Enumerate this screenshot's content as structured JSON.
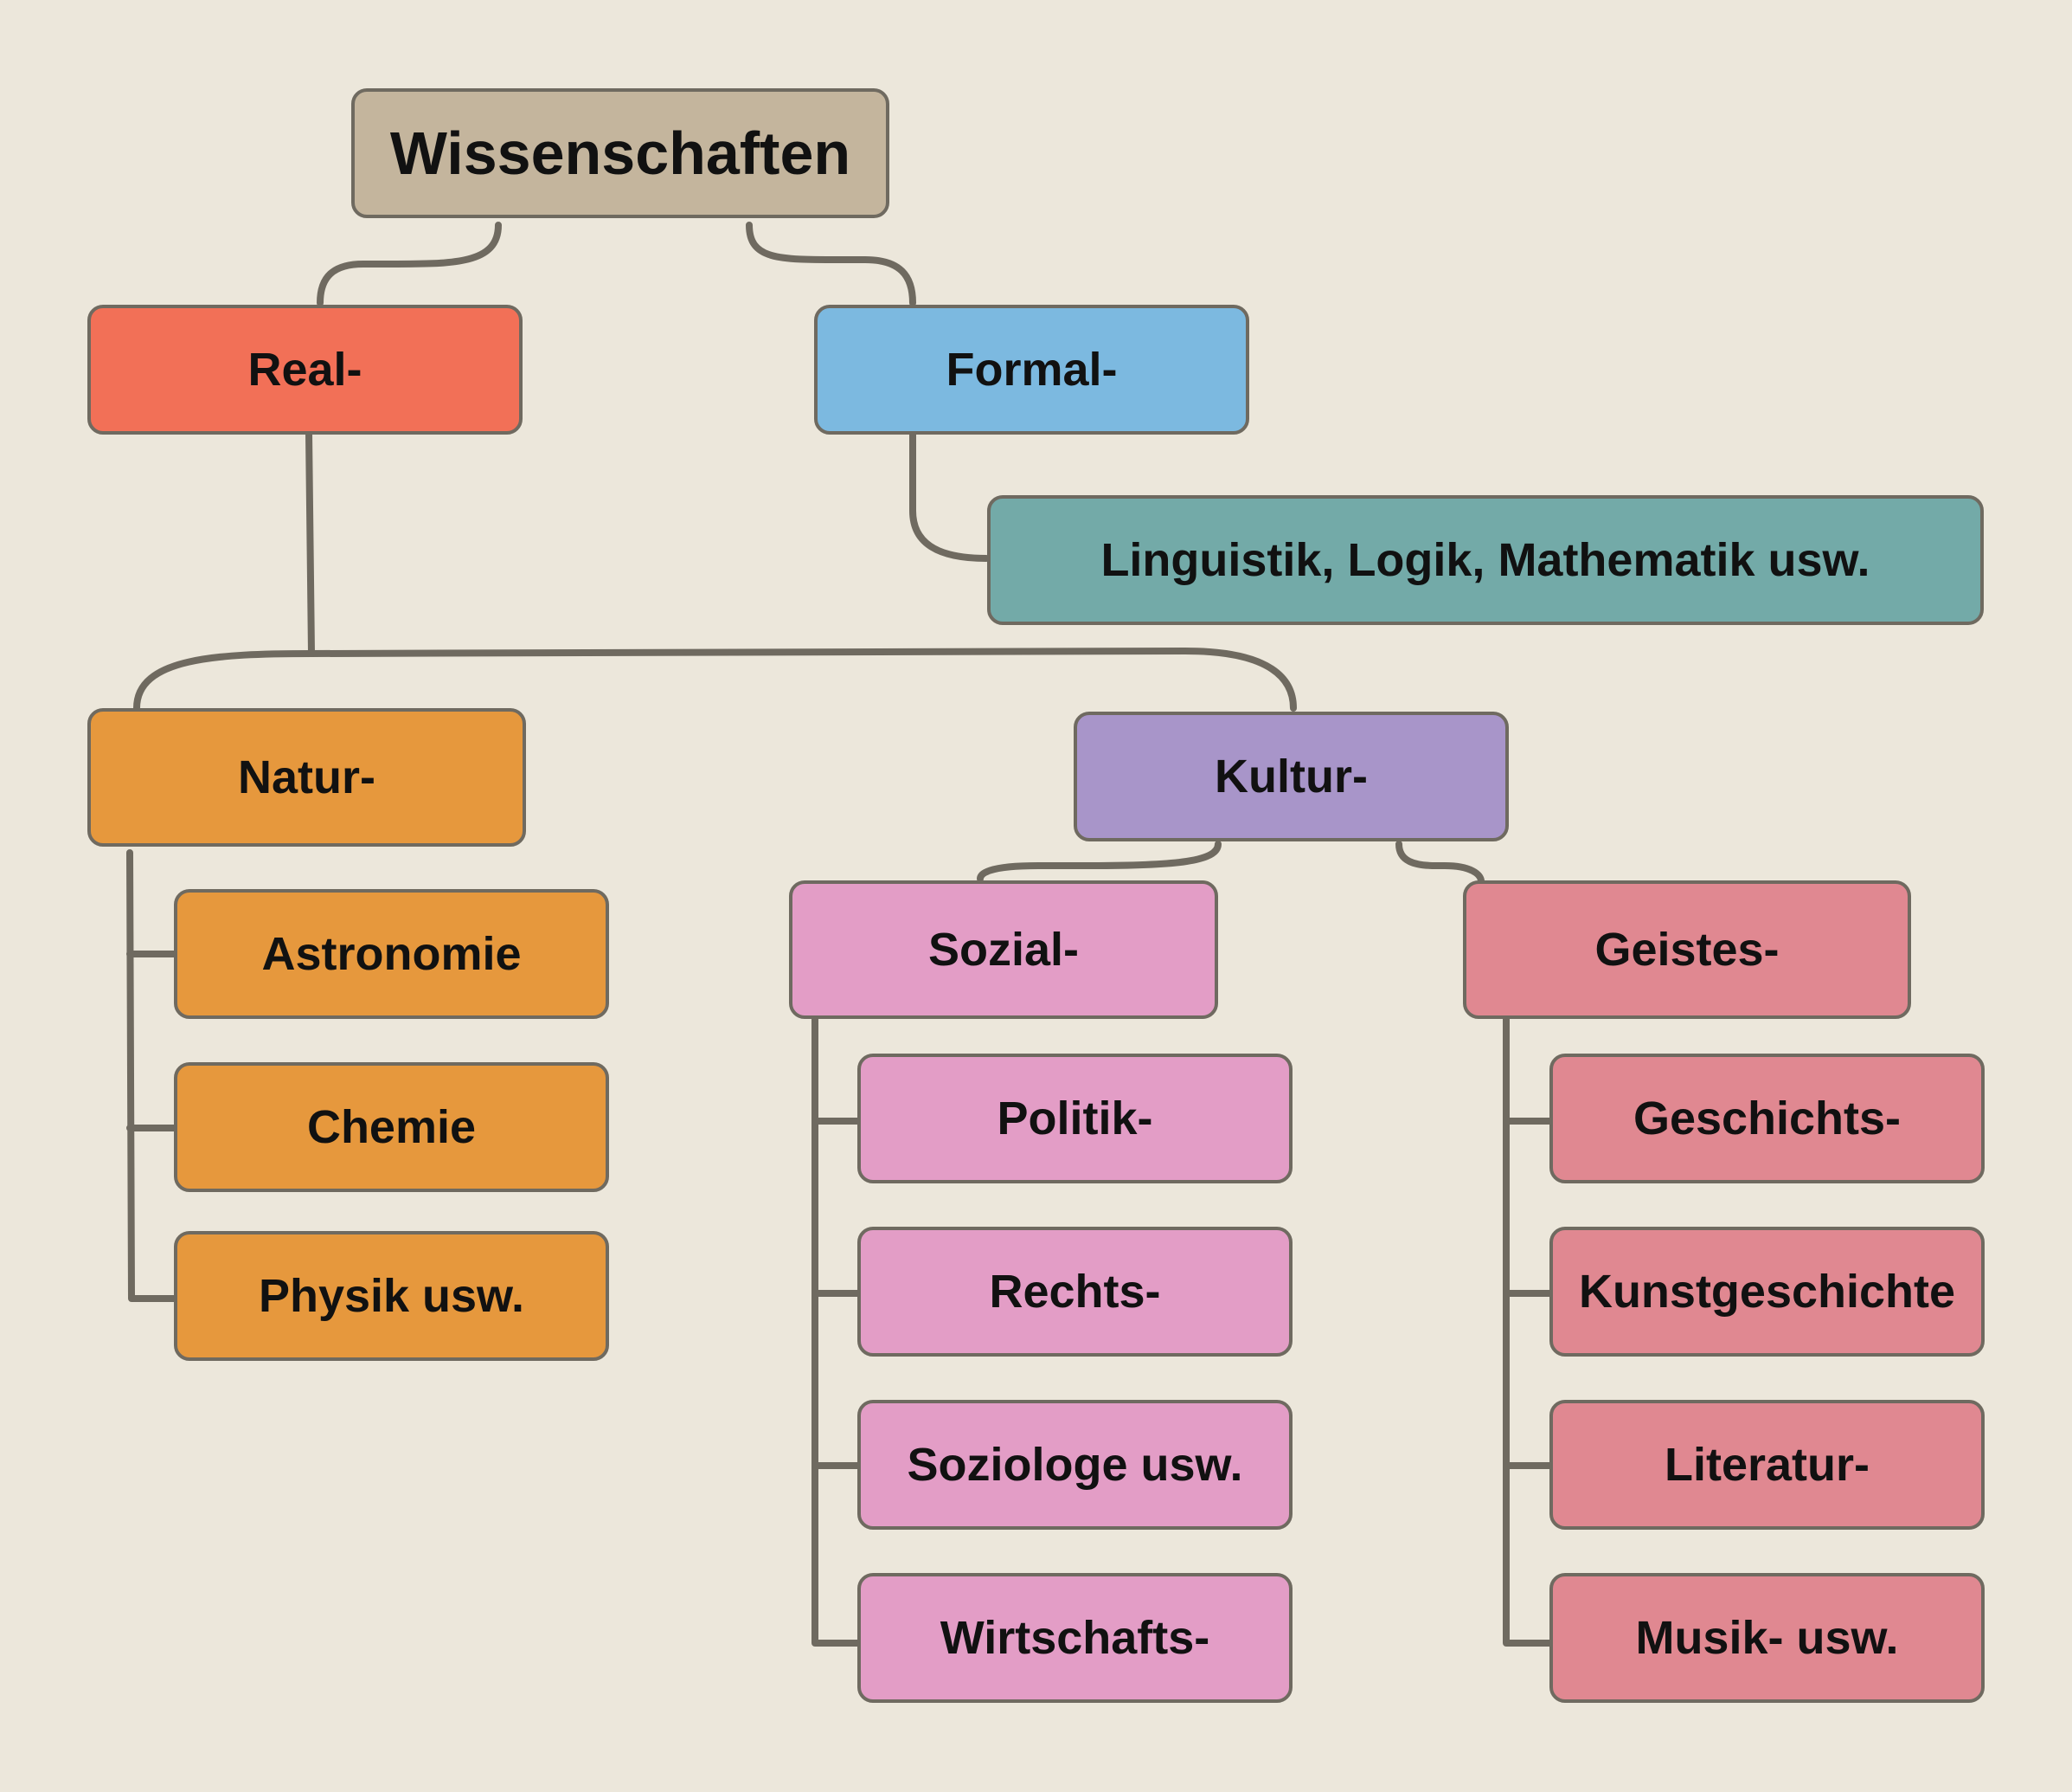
{
  "diagram": {
    "colors": {
      "background": "#ece7db",
      "connector": "#6f6a60",
      "root": "#c4b59d",
      "real": "#f27057",
      "formal": "#7cb9e0",
      "formal_children": "#73aaa8",
      "natur": "#e6983d",
      "kultur": "#a895c9",
      "sozial": "#e39dc6",
      "geistes": "#e08891"
    },
    "nodes": {
      "root": "Wissenschaften",
      "real": "Real-",
      "formal": "Formal-",
      "formal_examples": "Linguistik, Logik, Mathematik usw.",
      "natur": "Natur-",
      "astronomie": "Astronomie",
      "chemie": "Chemie",
      "physik": "Physik usw.",
      "kultur": "Kultur-",
      "sozial": "Sozial-",
      "politik": "Politik-",
      "rechts": "Rechts-",
      "soziologe": "Soziologe usw.",
      "wirtschafts": "Wirtschafts-",
      "geistes": "Geistes-",
      "geschichts": "Geschichts-",
      "kunstgeschichte": "Kunstgeschichte",
      "literatur": "Literatur-",
      "musik": "Musik- usw."
    }
  }
}
